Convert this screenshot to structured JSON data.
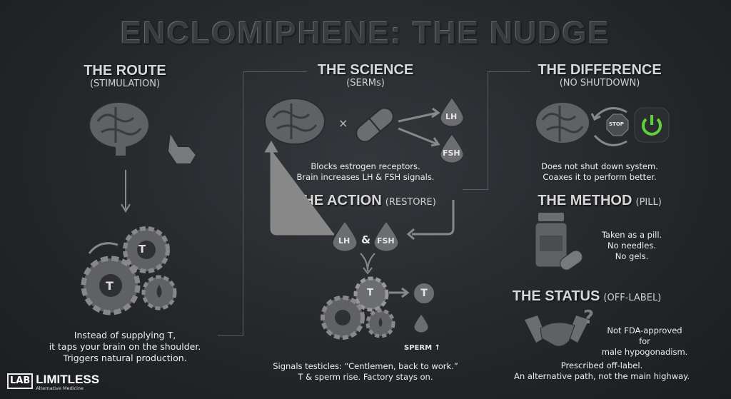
{
  "title": "ENCLOMIPHENE: THE NUDGE",
  "route": {
    "heading": "THE ROUTE",
    "subheading": "(STIMULATION)",
    "gear_labels": [
      "T",
      "T"
    ],
    "text": [
      "Instead of supplying T,",
      "it taps your brain on the shoulder.",
      "Triggers natural production."
    ]
  },
  "science": {
    "heading": "THE SCIENCE",
    "subheading": "(SERMs)",
    "times": "×",
    "hormones": [
      "LH",
      "FSH"
    ],
    "text": [
      "Blocks estrogen receptors.",
      "Brain increases LH & FSH signals."
    ]
  },
  "action": {
    "heading": "THE ACTION",
    "subheading": "(RESTORE)",
    "lh": "LH",
    "amp": "&",
    "fsh": "FSH",
    "gear_label": "T",
    "output_t": "T",
    "sperm": "SPERM ↑",
    "text": [
      "Signals testicles: “Centlemen, back to work.”",
      "T & sperm rise. Factory stays on."
    ]
  },
  "difference": {
    "heading": "THE DIFFERENCE",
    "subheading": "(NO SHUTDOWN)",
    "stop": "STOP",
    "text": [
      "Does not shut down system.",
      "Coaxes it to perform better."
    ]
  },
  "method": {
    "heading": "THE METHOD",
    "subheading": "(PILL)",
    "text": [
      "Taken as a pill.",
      "No needles.",
      "No gels."
    ]
  },
  "status": {
    "heading": "THE STATUS",
    "subheading": "(OFF-LABEL)",
    "question": "?",
    "text1": [
      "Not FDA-approved",
      "for",
      "male hypogonadism."
    ],
    "text2": [
      "Prescribed off-label.",
      "An alternative path, not the main highway."
    ]
  },
  "logo": {
    "mark": "LAB",
    "name": "LIMITLESS",
    "tagline": "Alternative Medicine"
  },
  "colors": {
    "power": "#5fd13a",
    "icon": "#6b6d70"
  }
}
